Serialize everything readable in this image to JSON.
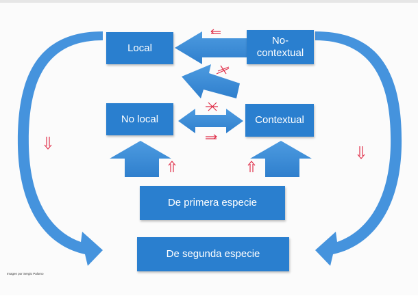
{
  "diagram": {
    "boxes": {
      "local": "Local",
      "non_contextual": "No-\ncontextual",
      "non_local": "No local",
      "contextual": "Contextual",
      "first_kind": "De primera especie",
      "second_kind": "De segunda especie"
    },
    "credit": "Imagen por Sergio Palomo",
    "colors": {
      "box": "#2a7fcf",
      "arrow": "#3f90dc",
      "annotation": "#e0304a"
    }
  }
}
